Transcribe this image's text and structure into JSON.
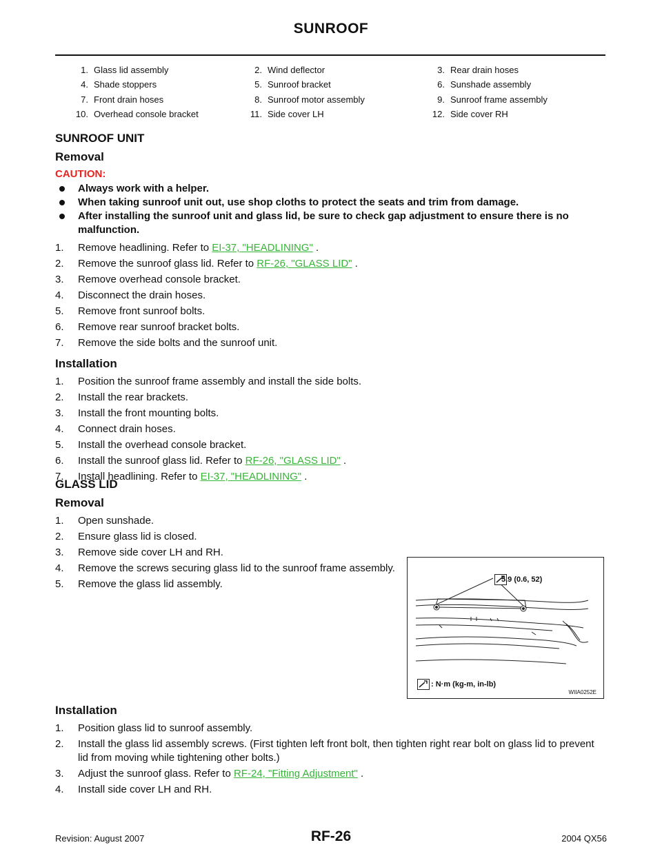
{
  "header": {
    "title": "SUNROOF"
  },
  "legend": [
    [
      {
        "n": "1.",
        "t": "Glass lid assembly"
      },
      {
        "n": "2.",
        "t": "Wind deflector"
      },
      {
        "n": "3.",
        "t": "Rear drain hoses"
      }
    ],
    [
      {
        "n": "4.",
        "t": "Shade stoppers"
      },
      {
        "n": "5.",
        "t": "Sunroof bracket"
      },
      {
        "n": "6.",
        "t": "Sunshade assembly"
      }
    ],
    [
      {
        "n": "7.",
        "t": "Front drain hoses"
      },
      {
        "n": "8.",
        "t": "Sunroof motor assembly"
      },
      {
        "n": "9.",
        "t": "Sunroof frame assembly"
      }
    ],
    [
      {
        "n": "10.",
        "t": "Overhead console bracket"
      },
      {
        "n": "11.",
        "t": "Side cover LH"
      },
      {
        "n": "12.",
        "t": "Side cover RH"
      }
    ]
  ],
  "unit": {
    "heading": "SUNROOF UNIT",
    "removal_heading": "Removal",
    "caution_label": "CAUTION:",
    "cautions": [
      "Always work with a helper.",
      "When taking sunroof unit out, use shop cloths to protect the seats and trim from damage.",
      "After installing the sunroof unit and glass lid, be sure to check gap adjustment to ensure there is no malfunction."
    ],
    "removal_steps": [
      {
        "n": "1.",
        "pre": "Remove headlining. Refer to ",
        "link": "EI-37, \"HEADLINING\"",
        "post": " ."
      },
      {
        "n": "2.",
        "pre": "Remove the sunroof glass lid. Refer to ",
        "link": "RF-26, \"GLASS LID\"",
        "post": " ."
      },
      {
        "n": "3.",
        "pre": "Remove overhead console bracket.",
        "link": "",
        "post": ""
      },
      {
        "n": "4.",
        "pre": "Disconnect the drain hoses.",
        "link": "",
        "post": ""
      },
      {
        "n": "5.",
        "pre": "Remove front sunroof bolts.",
        "link": "",
        "post": ""
      },
      {
        "n": "6.",
        "pre": "Remove rear sunroof bracket bolts.",
        "link": "",
        "post": ""
      },
      {
        "n": "7.",
        "pre": "Remove the side bolts and the sunroof unit.",
        "link": "",
        "post": ""
      }
    ],
    "installation_heading": "Installation",
    "installation_steps": [
      {
        "n": "1.",
        "pre": "Position the sunroof frame assembly and install the side bolts.",
        "link": "",
        "post": ""
      },
      {
        "n": "2.",
        "pre": "Install the rear brackets.",
        "link": "",
        "post": ""
      },
      {
        "n": "3.",
        "pre": "Install the front mounting bolts.",
        "link": "",
        "post": ""
      },
      {
        "n": "4.",
        "pre": "Connect drain hoses.",
        "link": "",
        "post": ""
      },
      {
        "n": "5.",
        "pre": "Install the overhead console bracket.",
        "link": "",
        "post": ""
      },
      {
        "n": "6.",
        "pre": "Install the sunroof glass lid. Refer to ",
        "link": "RF-26, \"GLASS LID\"",
        "post": " ."
      },
      {
        "n": "7.",
        "pre": "Install headlining. Refer to ",
        "link": "EI-37, \"HEADLINING\"",
        "post": " ."
      }
    ]
  },
  "glass": {
    "heading": "GLASS LID",
    "removal_heading": "Removal",
    "removal_steps": [
      {
        "n": "1.",
        "pre": "Open sunshade.",
        "link": "",
        "post": ""
      },
      {
        "n": "2.",
        "pre": "Ensure glass lid is closed.",
        "link": "",
        "post": ""
      },
      {
        "n": "3.",
        "pre": "Remove side cover LH and RH.",
        "link": "",
        "post": ""
      },
      {
        "n": "4.",
        "pre": "Remove the screws securing glass lid to the sunroof frame assembly.",
        "link": "",
        "post": ""
      },
      {
        "n": "5.",
        "pre": "Remove the glass lid assembly.",
        "link": "",
        "post": ""
      }
    ],
    "installation_heading": "Installation",
    "installation_steps": [
      {
        "n": "1.",
        "pre": "Position glass lid to sunroof assembly.",
        "link": "",
        "post": ""
      },
      {
        "n": "2.",
        "pre": "Install the glass lid assembly screws. (First tighten left front bolt, then tighten right rear bolt on glass lid to prevent lid from moving while tightening other bolts.)",
        "link": "",
        "post": ""
      },
      {
        "n": "3.",
        "pre": "Adjust the sunroof glass. Refer to ",
        "link": "RF-24, \"Fitting Adjustment\"",
        "post": " ."
      },
      {
        "n": "4.",
        "pre": "Install side cover LH and RH.",
        "link": "",
        "post": ""
      }
    ]
  },
  "figure": {
    "torque_label": "5.9 (0.6, 52)",
    "units_label": ": N·m (kg-m, in-lb)",
    "code": "WIIA0252E"
  },
  "footer": {
    "revision": "Revision: August 2007",
    "page": "RF-26",
    "model": "2004 QX56"
  },
  "colors": {
    "link": "#35b536",
    "caution": "#e8231f"
  }
}
